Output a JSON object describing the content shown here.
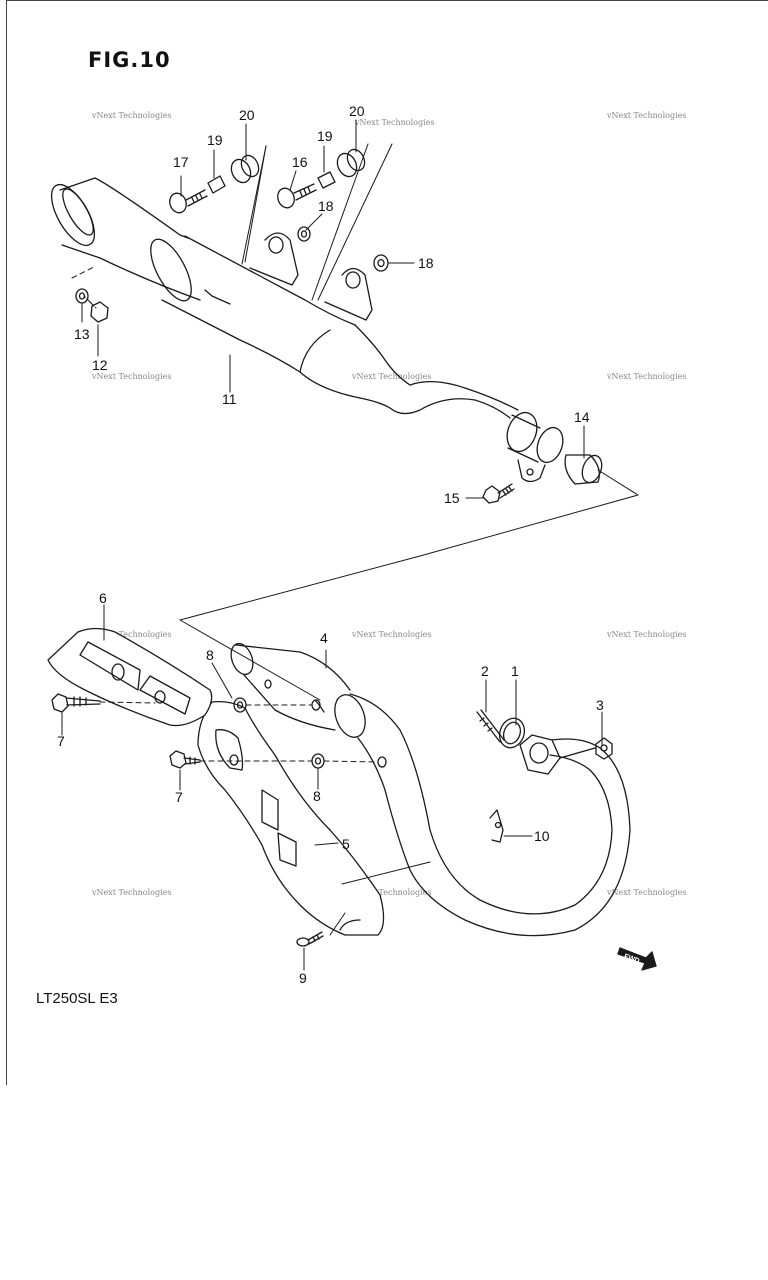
{
  "figure_title": "FIG.10",
  "model_label": "LT250SL  E3",
  "watermark_text": "vNext Technologies",
  "fwd_label": "FWD",
  "callouts": {
    "c1": "1",
    "c2": "2",
    "c3": "3",
    "c4": "4",
    "c5": "5",
    "c6": "6",
    "c7a": "7",
    "c7b": "7",
    "c8a": "8",
    "c8b": "8",
    "c9": "9",
    "c10": "10",
    "c11": "11",
    "c12": "12",
    "c13": "13",
    "c14": "14",
    "c15": "15",
    "c16": "16",
    "c17": "17",
    "c18a": "18",
    "c18b": "18",
    "c19a": "19",
    "c19b": "19",
    "c20a": "20",
    "c20b": "20"
  }
}
